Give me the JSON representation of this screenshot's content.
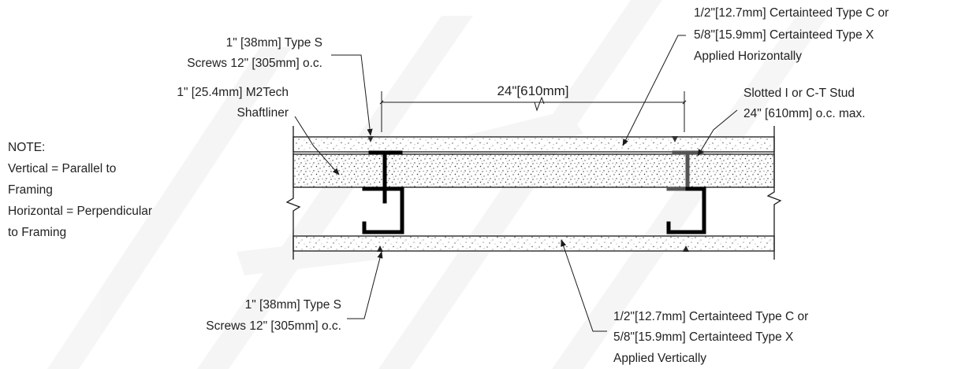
{
  "callouts": {
    "top_right_board": [
      "1/2\"[12.7mm] Certainteed Type C or",
      "5/8\"[15.9mm] Certainteed Type X",
      "Applied Horizontally"
    ],
    "top_screws": [
      "1\" [38mm] Type S",
      "Screws 12\" [305mm] o.c."
    ],
    "shaftliner": [
      "1\" [25.4mm] M2Tech",
      "Shaftliner"
    ],
    "stud": [
      "Slotted I or C-T Stud",
      "24\" [610mm] o.c. max."
    ],
    "dimension": "24\"[610mm]",
    "note": [
      "NOTE:",
      "Vertical = Parallel to",
      "Framing",
      "Horizontal = Perpendicular",
      "to Framing"
    ],
    "bottom_screws": [
      "1\" [38mm] Type S",
      "Screws 12\" [305mm] o.c."
    ],
    "bottom_board": [
      "1/2\"[12.7mm] Certainteed Type C or",
      "5/8\"[15.9mm] Certainteed Type X",
      "Applied Vertically"
    ]
  }
}
